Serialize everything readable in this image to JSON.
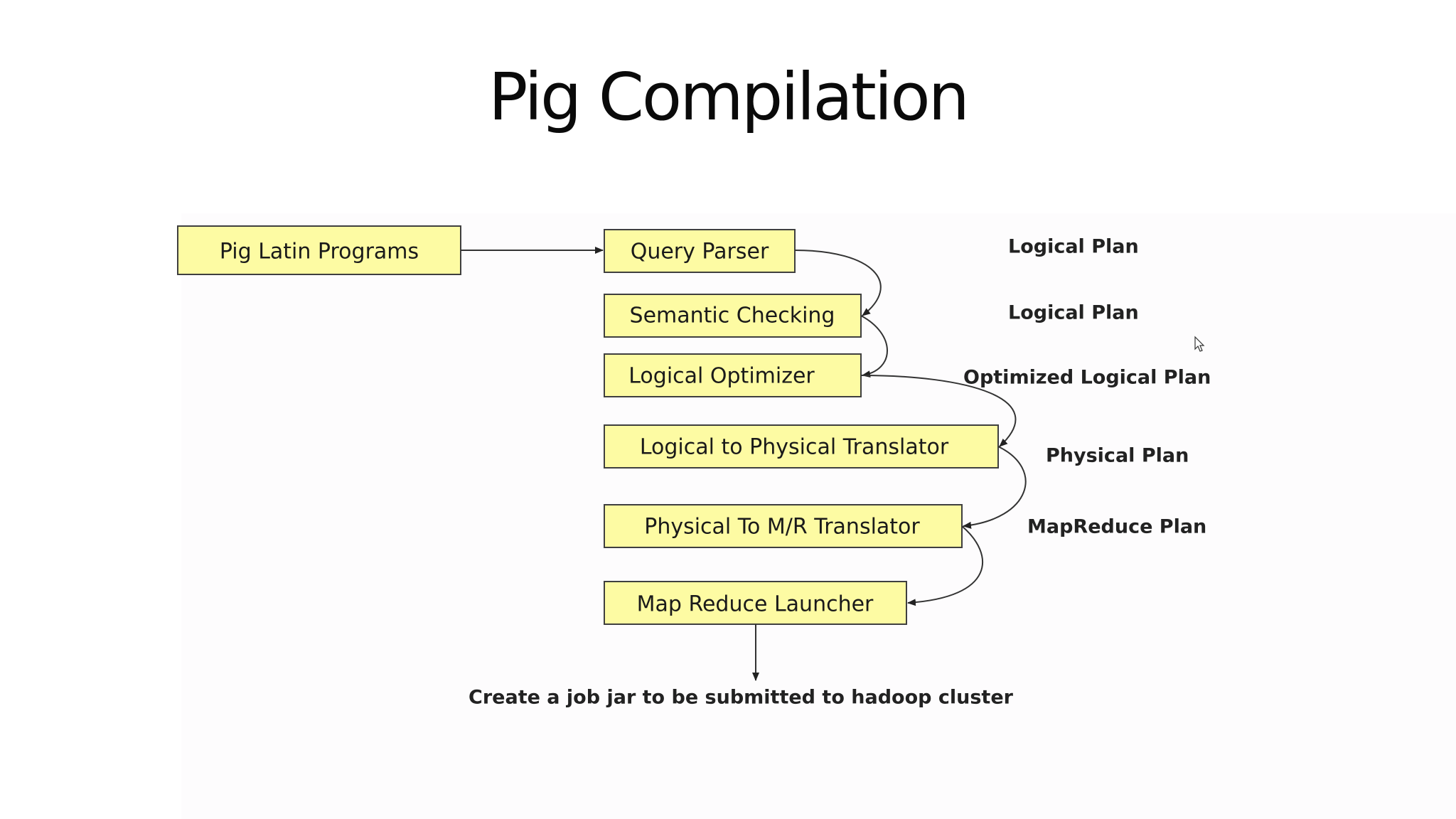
{
  "title": "Pig Compilation",
  "diagram": {
    "nodes": [
      {
        "id": "pig-latin-programs",
        "label": "Pig Latin Programs"
      },
      {
        "id": "query-parser",
        "label": "Query Parser"
      },
      {
        "id": "semantic-checking",
        "label": "Semantic Checking"
      },
      {
        "id": "logical-optimizer",
        "label": "Logical Optimizer"
      },
      {
        "id": "logical-to-physical-translator",
        "label": "Logical to Physical Translator"
      },
      {
        "id": "physical-to-mr-translator",
        "label": "Physical To M/R Translator"
      },
      {
        "id": "map-reduce-launcher",
        "label": "Map Reduce Launcher"
      }
    ],
    "edge_labels": [
      "Logical Plan",
      "Logical Plan",
      "Optimized Logical Plan",
      "Physical Plan",
      "MapReduce Plan"
    ],
    "output_label": "Create a job jar to be submitted to hadoop cluster",
    "colors": {
      "box_fill": "#fdfba3",
      "box_border": "#3f3f3f",
      "arrow": "#333333",
      "text": "#1a1a1a"
    }
  },
  "cursor": {
    "icon": "mouse-pointer-icon"
  }
}
